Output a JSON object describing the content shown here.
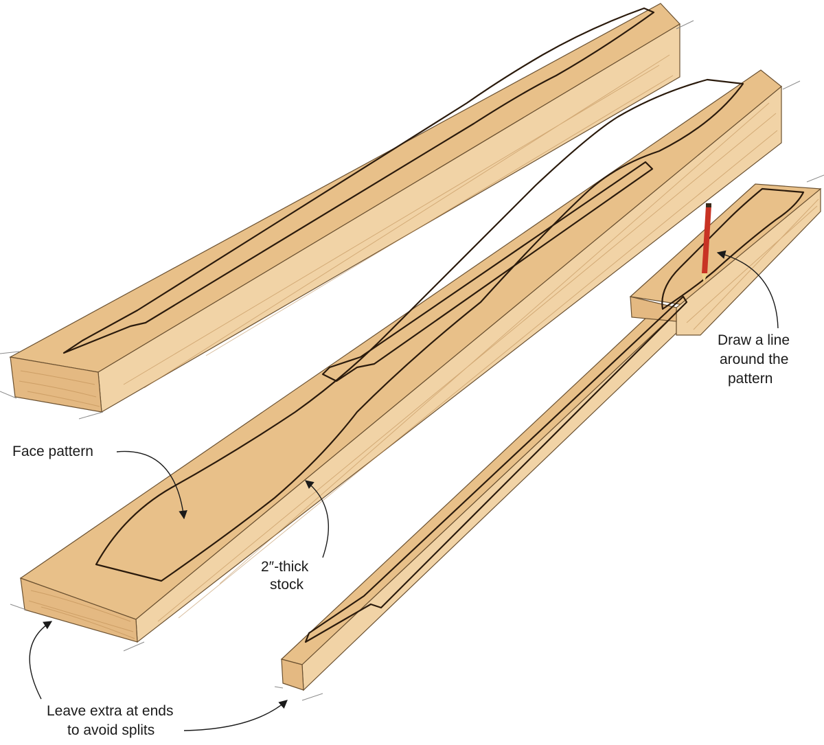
{
  "colors": {
    "wood_top": "#e8c089",
    "wood_front": "#f1d3a6",
    "wood_end": "#e4b982",
    "pattern_fill": "#d89d5e",
    "pattern_outline": "#2a1a0c",
    "pencil_body": "#c83324",
    "pencil_tip": "#f0d28a",
    "label_text": "#1a1a1a"
  },
  "labels": {
    "face_pattern": "Face pattern",
    "stock_line1": "2″-thick",
    "stock_line2": "stock",
    "draw_line1": "Draw a line",
    "draw_line2": "around the",
    "draw_line3": "pattern",
    "ends_line1": "Leave extra at ends",
    "ends_line2": "to avoid splits"
  },
  "icons": {
    "tool": "pencil-icon"
  }
}
